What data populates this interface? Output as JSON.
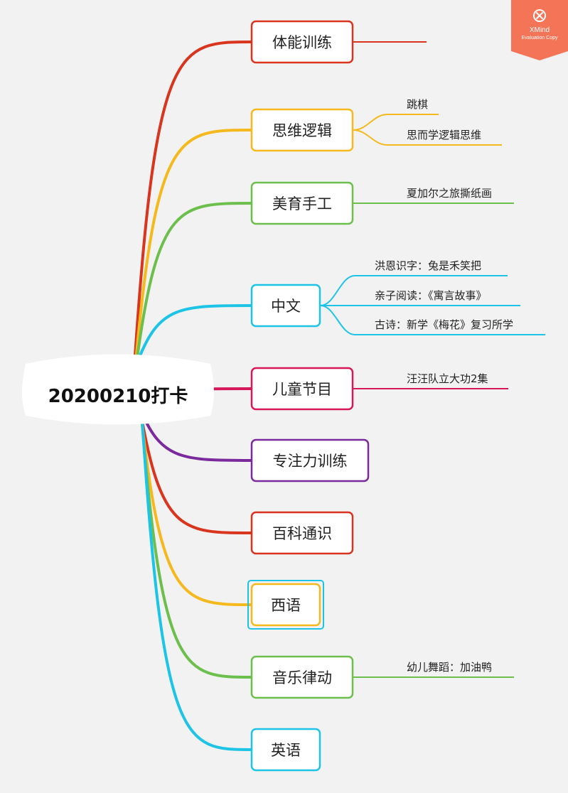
{
  "root": {
    "label": "20200210打卡"
  },
  "colors": {
    "background": "#f2f2f2",
    "red": "#d9341d",
    "yellow": "#f5b91e",
    "green": "#6cbf4c",
    "cyan": "#1ec4e6",
    "magenta": "#d6185a",
    "purple": "#7a2a9c",
    "watermark": "#f47458"
  },
  "branches": [
    {
      "label": "体能训练",
      "color": "#d9341d",
      "children": [
        ""
      ]
    },
    {
      "label": "思维逻辑",
      "color": "#f5b91e",
      "children": [
        "跳棋",
        "思而学逻辑思维"
      ]
    },
    {
      "label": "美育手工",
      "color": "#6cbf4c",
      "children": [
        "夏加尔之旅撕纸画"
      ]
    },
    {
      "label": "中文",
      "color": "#1ec4e6",
      "children": [
        "洪恩识字：兔是禾笑把",
        "亲子阅读：《寓言故事》",
        "古诗：新学《梅花》复习所学"
      ]
    },
    {
      "label": "儿童节目",
      "color": "#d6185a",
      "children": [
        "汪汪队立大功2集"
      ]
    },
    {
      "label": "专注力训练",
      "color": "#7a2a9c",
      "children": []
    },
    {
      "label": "百科通识",
      "color": "#d9341d",
      "children": []
    },
    {
      "label": "西语",
      "color": "#f5b91e",
      "children": [],
      "selected": true
    },
    {
      "label": "音乐律动",
      "color": "#6cbf4c",
      "children": [
        "幼儿舞蹈：加油鸭"
      ]
    },
    {
      "label": "英语",
      "color": "#1ec4e6",
      "children": []
    }
  ],
  "watermark": {
    "icon": "xmind-logo-icon",
    "brand": "XMind",
    "note": "Evaluation Copy"
  }
}
